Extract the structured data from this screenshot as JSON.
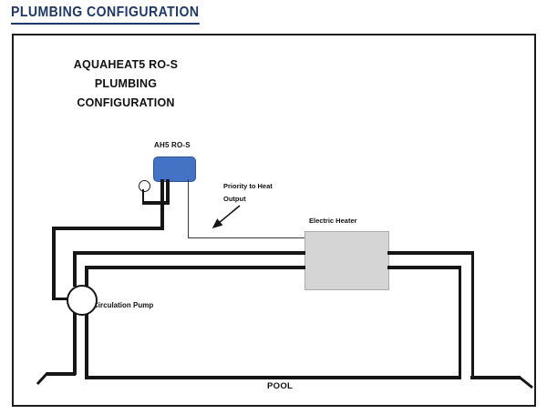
{
  "page_title": "PLUMBING CONFIGURATION",
  "diagram": {
    "heading_line1": "AQUAHEAT5 RO-S",
    "heading_line2": "PLUMBING",
    "heading_line3": "CONFIGURATION",
    "unit_label": "AH5 RO-S",
    "heater_label": "Electric Heater",
    "pump_label": "Circulation Pump",
    "pool_label": "POOL",
    "annotation_line1": "Priority to Heat",
    "annotation_line2": "Output",
    "colors": {
      "title_navy": "#1F3864",
      "unit_fill": "#4472C4",
      "unit_border": "#2F5597",
      "heater_fill": "#D5D5D5",
      "heater_border": "#ACACAC",
      "pipe_black": "#161616"
    }
  }
}
